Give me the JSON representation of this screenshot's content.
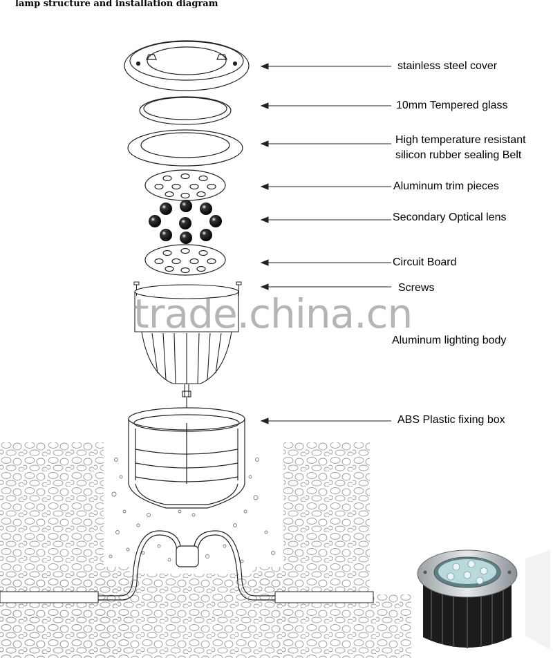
{
  "title": "lamp structure and installation diagram",
  "parts": [
    {
      "label": "stainless steel cover"
    },
    {
      "label": "10mm Tempered glass"
    },
    {
      "label": "High temperature resistant\nsilicon rubber sealing Belt"
    },
    {
      "label": "Aluminum trim pieces"
    },
    {
      "label": "Secondary Optical lens"
    },
    {
      "label": "Circuit Board"
    },
    {
      "label": "Screws"
    },
    {
      "label": "Aluminum lighting body"
    },
    {
      "label": "ABS Plastic fixing box"
    }
  ],
  "watermark": "trade.china.cn",
  "colors": {
    "line": "#222222",
    "watermark": "#787878",
    "stone": "#9a9a9a"
  }
}
